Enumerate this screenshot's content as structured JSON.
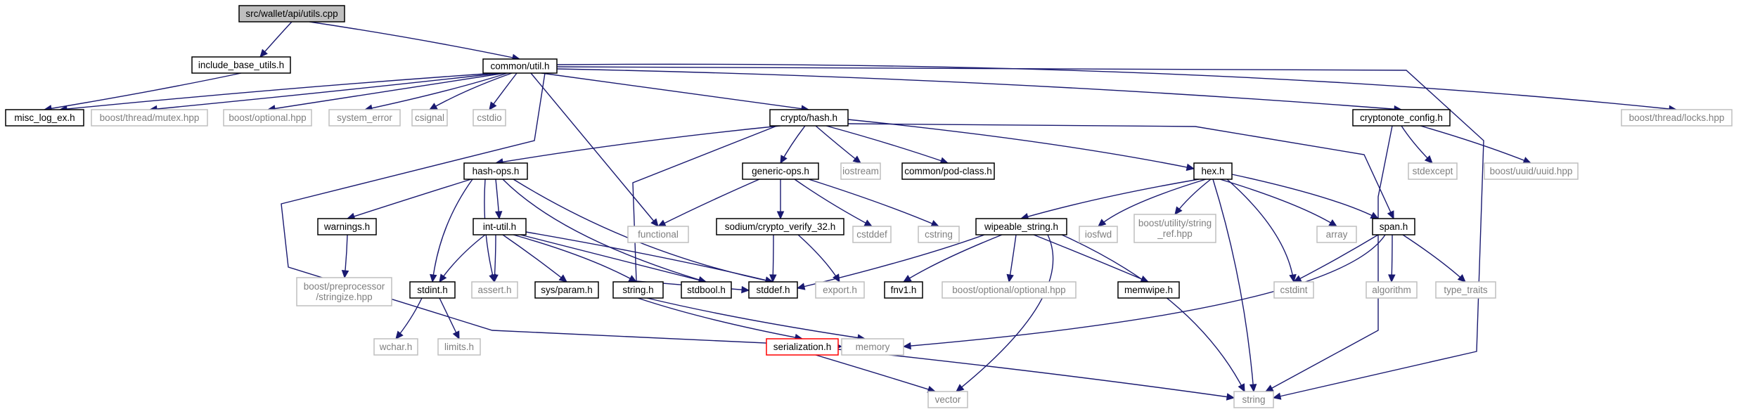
{
  "colors": {
    "edge": "#191970",
    "node_border": "#000000",
    "external_border": "#bfbfbf",
    "external_text": "#7f7f7f",
    "root_fill": "#bfbfbf",
    "highlight_border": "#ff0000",
    "text": "#000000"
  },
  "nodes": [
    {
      "id": "utils_cpp",
      "label": "src/wallet/api/utils.cpp",
      "kind": "root"
    },
    {
      "id": "include_base_utils",
      "label": "include_base_utils.h",
      "kind": "normal"
    },
    {
      "id": "common_util",
      "label": "common/util.h",
      "kind": "normal"
    },
    {
      "id": "misc_log_ex",
      "label": "misc_log_ex.h",
      "kind": "normal"
    },
    {
      "id": "boost_thread_mutex",
      "label": "boost/thread/mutex.hpp",
      "kind": "external"
    },
    {
      "id": "boost_optional",
      "label": "boost/optional.hpp",
      "kind": "external"
    },
    {
      "id": "system_error",
      "label": "system_error",
      "kind": "external"
    },
    {
      "id": "csignal",
      "label": "csignal",
      "kind": "external"
    },
    {
      "id": "cstdio",
      "label": "cstdio",
      "kind": "external"
    },
    {
      "id": "crypto_hash",
      "label": "crypto/hash.h",
      "kind": "normal"
    },
    {
      "id": "cryptonote_config",
      "label": "cryptonote_config.h",
      "kind": "normal"
    },
    {
      "id": "boost_thread_locks",
      "label": "boost/thread/locks.hpp",
      "kind": "external"
    },
    {
      "id": "hash_ops",
      "label": "hash-ops.h",
      "kind": "normal"
    },
    {
      "id": "generic_ops",
      "label": "generic-ops.h",
      "kind": "normal"
    },
    {
      "id": "iostream",
      "label": "iostream",
      "kind": "external"
    },
    {
      "id": "pod_class",
      "label": "common/pod-class.h",
      "kind": "normal"
    },
    {
      "id": "hex_h",
      "label": "hex.h",
      "kind": "normal"
    },
    {
      "id": "stdexcept",
      "label": "stdexcept",
      "kind": "external"
    },
    {
      "id": "boost_uuid",
      "label": "boost/uuid/uuid.hpp",
      "kind": "external"
    },
    {
      "id": "warnings_h",
      "label": "warnings.h",
      "kind": "normal"
    },
    {
      "id": "int_util",
      "label": "int-util.h",
      "kind": "normal"
    },
    {
      "id": "functional",
      "label": "functional",
      "kind": "external"
    },
    {
      "id": "sodium_verify",
      "label": "sodium/crypto_verify_32.h",
      "kind": "normal"
    },
    {
      "id": "cstddef",
      "label": "cstddef",
      "kind": "external"
    },
    {
      "id": "cstring",
      "label": "cstring",
      "kind": "external"
    },
    {
      "id": "wipeable_string",
      "label": "wipeable_string.h",
      "kind": "normal"
    },
    {
      "id": "iosfwd",
      "label": "iosfwd",
      "kind": "external"
    },
    {
      "id": "string_ref",
      "label": "boost/utility/string\n_ref.hpp",
      "kind": "external"
    },
    {
      "id": "array",
      "label": "array",
      "kind": "external"
    },
    {
      "id": "span_h",
      "label": "span.h",
      "kind": "normal"
    },
    {
      "id": "boost_pp_stringize",
      "label": "boost/preprocessor\n/stringize.hpp",
      "kind": "external"
    },
    {
      "id": "stdint_h",
      "label": "stdint.h",
      "kind": "normal"
    },
    {
      "id": "assert_h",
      "label": "assert.h",
      "kind": "external"
    },
    {
      "id": "sys_param",
      "label": "sys/param.h",
      "kind": "normal"
    },
    {
      "id": "string_h",
      "label": "string.h",
      "kind": "normal"
    },
    {
      "id": "stdbool_h",
      "label": "stdbool.h",
      "kind": "normal"
    },
    {
      "id": "stddef_h",
      "label": "stddef.h",
      "kind": "normal"
    },
    {
      "id": "export_h",
      "label": "export.h",
      "kind": "external"
    },
    {
      "id": "fnv1_h",
      "label": "fnv1.h",
      "kind": "normal"
    },
    {
      "id": "boost_optional_optional",
      "label": "boost/optional/optional.hpp",
      "kind": "external"
    },
    {
      "id": "memwipe_h",
      "label": "memwipe.h",
      "kind": "normal"
    },
    {
      "id": "cstdint",
      "label": "cstdint",
      "kind": "external"
    },
    {
      "id": "algorithm",
      "label": "algorithm",
      "kind": "external"
    },
    {
      "id": "type_traits",
      "label": "type_traits",
      "kind": "external"
    },
    {
      "id": "wchar_h",
      "label": "wchar.h",
      "kind": "external"
    },
    {
      "id": "limits_h",
      "label": "limits.h",
      "kind": "external"
    },
    {
      "id": "serialization_h",
      "label": "serialization.h",
      "kind": "highlight"
    },
    {
      "id": "memory",
      "label": "memory",
      "kind": "external"
    },
    {
      "id": "vector",
      "label": "vector",
      "kind": "external"
    },
    {
      "id": "string",
      "label": "string",
      "kind": "external"
    }
  ],
  "edges": [
    [
      "utils_cpp",
      "include_base_utils"
    ],
    [
      "utils_cpp",
      "common_util"
    ],
    [
      "include_base_utils",
      "misc_log_ex"
    ],
    [
      "common_util",
      "misc_log_ex"
    ],
    [
      "common_util",
      "boost_thread_mutex"
    ],
    [
      "common_util",
      "boost_optional"
    ],
    [
      "common_util",
      "system_error"
    ],
    [
      "common_util",
      "csignal"
    ],
    [
      "common_util",
      "cstdio"
    ],
    [
      "common_util",
      "functional"
    ],
    [
      "common_util",
      "memory"
    ],
    [
      "common_util",
      "crypto_hash"
    ],
    [
      "common_util",
      "cryptonote_config"
    ],
    [
      "common_util",
      "boost_thread_locks"
    ],
    [
      "common_util",
      "string"
    ],
    [
      "crypto_hash",
      "hash_ops"
    ],
    [
      "crypto_hash",
      "generic_ops"
    ],
    [
      "crypto_hash",
      "iostream"
    ],
    [
      "crypto_hash",
      "pod_class"
    ],
    [
      "crypto_hash",
      "hex_h"
    ],
    [
      "crypto_hash",
      "span_h"
    ],
    [
      "crypto_hash",
      "stddef_h"
    ],
    [
      "cryptonote_config",
      "stdexcept"
    ],
    [
      "cryptonote_config",
      "boost_uuid"
    ],
    [
      "cryptonote_config",
      "string"
    ],
    [
      "hash_ops",
      "warnings_h"
    ],
    [
      "hash_ops",
      "int_util"
    ],
    [
      "hash_ops",
      "assert_h"
    ],
    [
      "hash_ops",
      "stdint_h"
    ],
    [
      "hash_ops",
      "stdbool_h"
    ],
    [
      "hash_ops",
      "stddef_h"
    ],
    [
      "warnings_h",
      "boost_pp_stringize"
    ],
    [
      "int_util",
      "stdint_h"
    ],
    [
      "int_util",
      "assert_h"
    ],
    [
      "int_util",
      "sys_param"
    ],
    [
      "int_util",
      "string_h"
    ],
    [
      "int_util",
      "stdbool_h"
    ],
    [
      "int_util",
      "stddef_h"
    ],
    [
      "stdint_h",
      "wchar_h"
    ],
    [
      "stdint_h",
      "limits_h"
    ],
    [
      "string_h",
      "serialization_h"
    ],
    [
      "string_h",
      "memory"
    ],
    [
      "generic_ops",
      "functional"
    ],
    [
      "generic_ops",
      "sodium_verify"
    ],
    [
      "generic_ops",
      "cstddef"
    ],
    [
      "generic_ops",
      "cstring"
    ],
    [
      "sodium_verify",
      "stddef_h"
    ],
    [
      "sodium_verify",
      "export_h"
    ],
    [
      "hex_h",
      "wipeable_string"
    ],
    [
      "hex_h",
      "iosfwd"
    ],
    [
      "hex_h",
      "string_ref"
    ],
    [
      "hex_h",
      "array"
    ],
    [
      "hex_h",
      "span_h"
    ],
    [
      "hex_h",
      "cstdint"
    ],
    [
      "hex_h",
      "string"
    ],
    [
      "wipeable_string",
      "stddef_h"
    ],
    [
      "wipeable_string",
      "fnv1_h"
    ],
    [
      "wipeable_string",
      "boost_optional_optional"
    ],
    [
      "wipeable_string",
      "memwipe_h"
    ],
    [
      "wipeable_string",
      "vector"
    ],
    [
      "wipeable_string",
      "string"
    ],
    [
      "span_h",
      "cstdint"
    ],
    [
      "span_h",
      "algorithm"
    ],
    [
      "span_h",
      "type_traits"
    ],
    [
      "span_h",
      "memory"
    ],
    [
      "serialization_h",
      "vector"
    ],
    [
      "serialization_h",
      "string"
    ]
  ]
}
